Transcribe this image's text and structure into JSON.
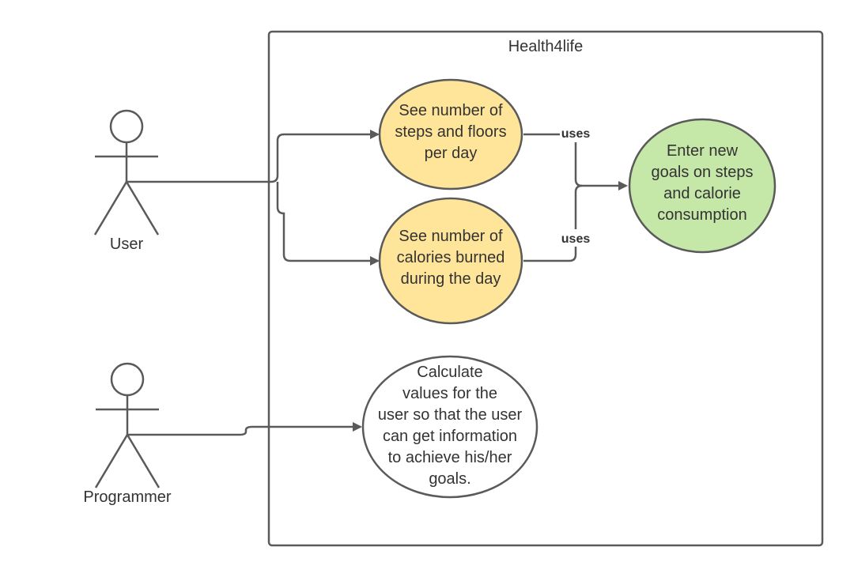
{
  "system": {
    "title": "Health4life"
  },
  "actors": {
    "user": {
      "label": "User"
    },
    "programmer": {
      "label": "Programmer"
    }
  },
  "use_cases": {
    "steps": {
      "lines": [
        "See number of",
        "steps and floors",
        "per day"
      ],
      "fill": "#ffe599"
    },
    "calories": {
      "lines": [
        "See number of",
        "calories burned",
        "during the day"
      ],
      "fill": "#ffe599"
    },
    "goals": {
      "lines": [
        "Enter new",
        "goals on steps",
        "and calorie",
        "consumption"
      ],
      "fill": "#c5e8a8"
    },
    "calculate": {
      "lines": [
        "Calculate",
        "values for the",
        "user so that the user",
        "can get information",
        "to achieve his/her",
        "goals."
      ],
      "fill": "#ffffff"
    }
  },
  "relations": {
    "steps_to_goals": {
      "label": "uses"
    },
    "calories_to_goals": {
      "label": "uses"
    }
  },
  "colors": {
    "stroke": "#5a5a5a",
    "text": "#333333"
  }
}
